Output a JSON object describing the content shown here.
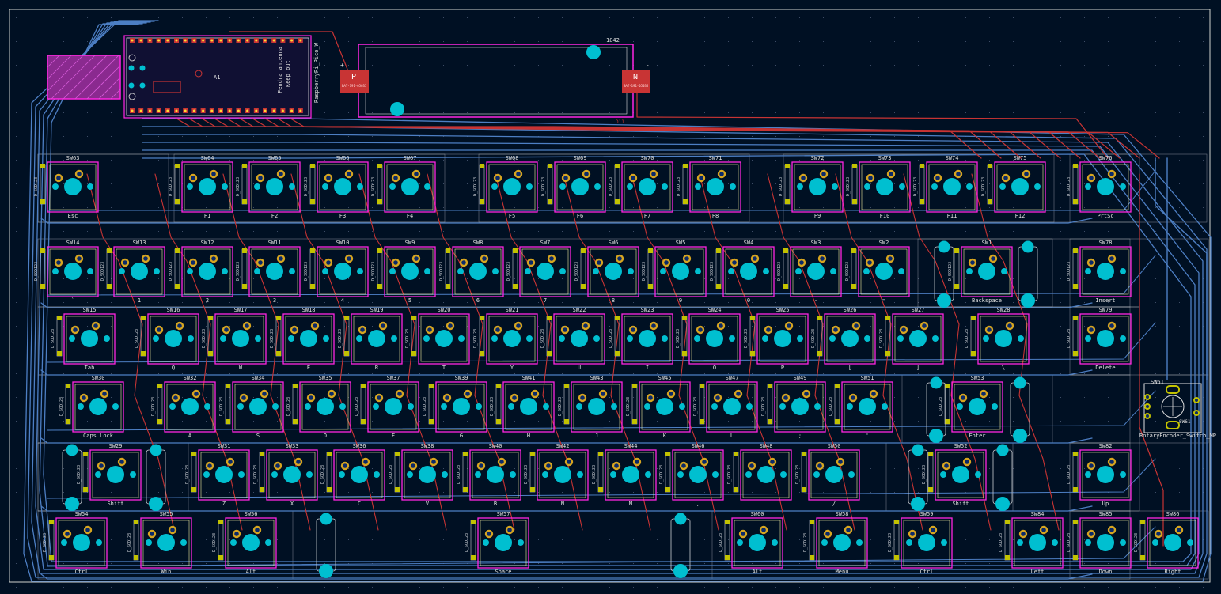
{
  "colors": {
    "background": "#001023",
    "edge": "#d0d2cd",
    "silk": "#e0e0e0",
    "courtyard": "#ff26e2",
    "courtyard_inner": "#f2eda1",
    "pad": "#c2c200",
    "pad_hole": "#0b2a6a",
    "npth": "#00bfd0",
    "trace_front": "#c83434",
    "trace_back": "#4d7fc4",
    "smd_pad": "#c83434",
    "mcu_body": "#101033"
  },
  "mcu": {
    "ref": "A1",
    "value": "RaspberryPi_Pico_W",
    "note_lines": [
      "Fendra antenna",
      "Keep out"
    ]
  },
  "battery": {
    "ref": "1042",
    "plus_pad": "P",
    "minus_pad": "N",
    "plus_sign": "+",
    "minus_sign": "-",
    "pad_note": "BAT-191-05035",
    "ref_label": "D11"
  },
  "encoder": {
    "ref": "SW61",
    "ref_top": "SW61",
    "value": "RotaryEncoder_Switch_MP"
  },
  "diode_label": "D_SOD123",
  "keys": [
    {
      "ref": "SW63",
      "label": "Esc"
    },
    {
      "ref": "SW64",
      "label": "F1"
    },
    {
      "ref": "SW65",
      "label": "F2"
    },
    {
      "ref": "SW66",
      "label": "F3"
    },
    {
      "ref": "SW67",
      "label": "F4"
    },
    {
      "ref": "SW68",
      "label": "F5"
    },
    {
      "ref": "SW69",
      "label": "F6"
    },
    {
      "ref": "SW70",
      "label": "F7"
    },
    {
      "ref": "SW71",
      "label": "F8"
    },
    {
      "ref": "SW72",
      "label": "F9"
    },
    {
      "ref": "SW73",
      "label": "F10"
    },
    {
      "ref": "SW74",
      "label": "F11"
    },
    {
      "ref": "SW75",
      "label": "F12"
    },
    {
      "ref": "SW76",
      "label": "PrtSc"
    },
    {
      "ref": "SW14",
      "label": "`"
    },
    {
      "ref": "SW13",
      "label": "1"
    },
    {
      "ref": "SW12",
      "label": "2"
    },
    {
      "ref": "SW11",
      "label": "3"
    },
    {
      "ref": "SW10",
      "label": "4"
    },
    {
      "ref": "SW9",
      "label": "5"
    },
    {
      "ref": "SW8",
      "label": "6"
    },
    {
      "ref": "SW7",
      "label": "7"
    },
    {
      "ref": "SW6",
      "label": "8"
    },
    {
      "ref": "SW5",
      "label": "9"
    },
    {
      "ref": "SW4",
      "label": "0"
    },
    {
      "ref": "SW3",
      "label": "-"
    },
    {
      "ref": "SW2",
      "label": "="
    },
    {
      "ref": "SW1",
      "label": "Backspace"
    },
    {
      "ref": "SW78",
      "label": "Insert"
    },
    {
      "ref": "SW15",
      "label": "Tab"
    },
    {
      "ref": "SW16",
      "label": "Q"
    },
    {
      "ref": "SW17",
      "label": "W"
    },
    {
      "ref": "SW18",
      "label": "E"
    },
    {
      "ref": "SW19",
      "label": "R"
    },
    {
      "ref": "SW20",
      "label": "T"
    },
    {
      "ref": "SW21",
      "label": "Y"
    },
    {
      "ref": "SW22",
      "label": "U"
    },
    {
      "ref": "SW23",
      "label": "I"
    },
    {
      "ref": "SW24",
      "label": "O"
    },
    {
      "ref": "SW25",
      "label": "P"
    },
    {
      "ref": "SW26",
      "label": "["
    },
    {
      "ref": "SW27",
      "label": "]"
    },
    {
      "ref": "SW28",
      "label": "\\"
    },
    {
      "ref": "SW79",
      "label": "Delete"
    },
    {
      "ref": "SW30",
      "label": "Caps Lock"
    },
    {
      "ref": "SW32",
      "label": "A"
    },
    {
      "ref": "SW34",
      "label": "S"
    },
    {
      "ref": "SW35",
      "label": "D"
    },
    {
      "ref": "SW37",
      "label": "F"
    },
    {
      "ref": "SW39",
      "label": "G"
    },
    {
      "ref": "SW41",
      "label": "H"
    },
    {
      "ref": "SW43",
      "label": "J"
    },
    {
      "ref": "SW45",
      "label": "K"
    },
    {
      "ref": "SW47",
      "label": "L"
    },
    {
      "ref": "SW49",
      "label": ";"
    },
    {
      "ref": "SW51",
      "label": "'"
    },
    {
      "ref": "SW53",
      "label": "Enter"
    },
    {
      "ref": "SW29",
      "label": "Shift"
    },
    {
      "ref": "SW31",
      "label": "Z"
    },
    {
      "ref": "SW33",
      "label": "X"
    },
    {
      "ref": "SW36",
      "label": "C"
    },
    {
      "ref": "SW38",
      "label": "V"
    },
    {
      "ref": "SW40",
      "label": "B"
    },
    {
      "ref": "SW42",
      "label": "N"
    },
    {
      "ref": "SW44",
      "label": "M"
    },
    {
      "ref": "SW46",
      "label": ","
    },
    {
      "ref": "SW48",
      "label": "."
    },
    {
      "ref": "SW50",
      "label": "/"
    },
    {
      "ref": "SW52",
      "label": "Shift"
    },
    {
      "ref": "SW82",
      "label": "Up"
    },
    {
      "ref": "SW54",
      "label": "Ctrl"
    },
    {
      "ref": "SW55",
      "label": "Win"
    },
    {
      "ref": "SW56",
      "label": "Alt"
    },
    {
      "ref": "SW57",
      "label": "Space"
    },
    {
      "ref": "SW60",
      "label": "Alt"
    },
    {
      "ref": "SW58",
      "label": "Menu"
    },
    {
      "ref": "SW59",
      "label": "Ctrl"
    },
    {
      "ref": "SW84",
      "label": "Left"
    },
    {
      "ref": "SW85",
      "label": "Down"
    },
    {
      "ref": "SW86",
      "label": "Right"
    }
  ]
}
